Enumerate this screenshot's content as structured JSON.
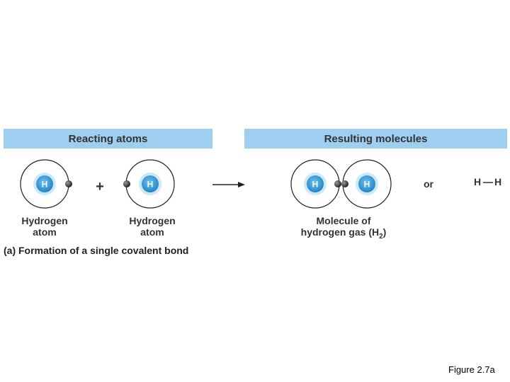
{
  "headers": {
    "left": "Reacting atoms",
    "right": "Resulting molecules"
  },
  "atoms": {
    "nucleus_symbol": "H",
    "left_label_line1": "Hydrogen",
    "left_label_line2": "atom",
    "right_label_line1": "Hydrogen",
    "right_label_line2": "atom"
  },
  "operators": {
    "plus": "+",
    "or": "or"
  },
  "molecule": {
    "label_line1": "Molecule of",
    "label_line2_prefix": "hydrogen gas (H",
    "label_line2_sub": "2",
    "label_line2_suffix": ")",
    "structural_left": "H",
    "structural_right": "H"
  },
  "caption": "(a) Formation of a single covalent bond",
  "figure_ref": "Figure 2.7a",
  "colors": {
    "header_bg": "#9fcff0",
    "nucleus": "#2f9ad6",
    "nucleus_halo": "#cde8f7",
    "electron": "#333333",
    "orbit": "#222222"
  }
}
